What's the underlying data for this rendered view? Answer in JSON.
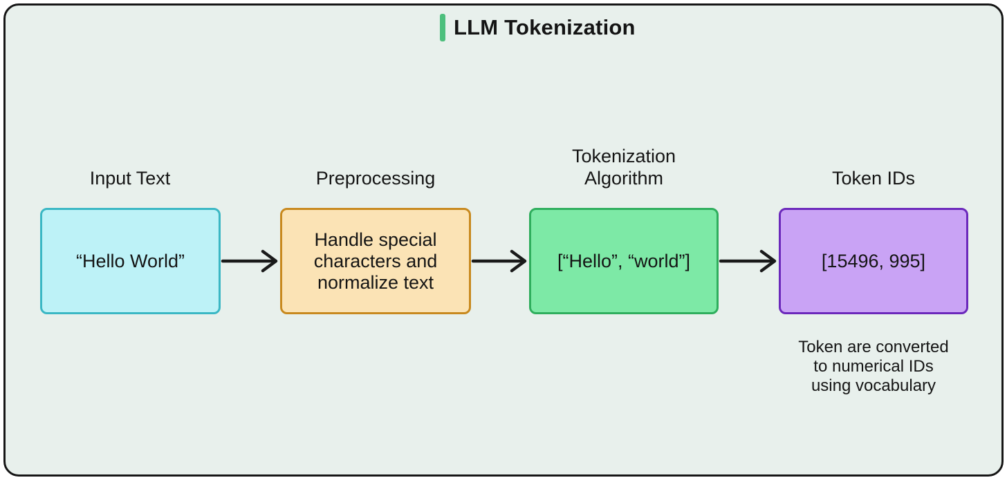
{
  "title": {
    "text": "LLM Tokenization",
    "accent_color": "#4dbf7d"
  },
  "panel": {
    "background": "#e8f0ec",
    "border_color": "#161616"
  },
  "arrow_color": "#1a1a1a",
  "stages": [
    {
      "label": "Input Text",
      "content": "“Hello World”",
      "fill": "#bdf2f7",
      "border": "#3ab7c4"
    },
    {
      "label": "Preprocessing",
      "content": "Handle special\ncharacters and\nnormalize text",
      "fill": "#fbe3b5",
      "border": "#c8891e"
    },
    {
      "label": "Tokenization\nAlgorithm",
      "content": "[“Hello”, “world”]",
      "fill": "#7de9a6",
      "border": "#2fae5d"
    },
    {
      "label": "Token IDs",
      "content": "[15496, 995]",
      "fill": "#c9a3f5",
      "border": "#6b28bb",
      "caption": "Token are converted\nto numerical IDs\nusing vocabulary"
    }
  ]
}
